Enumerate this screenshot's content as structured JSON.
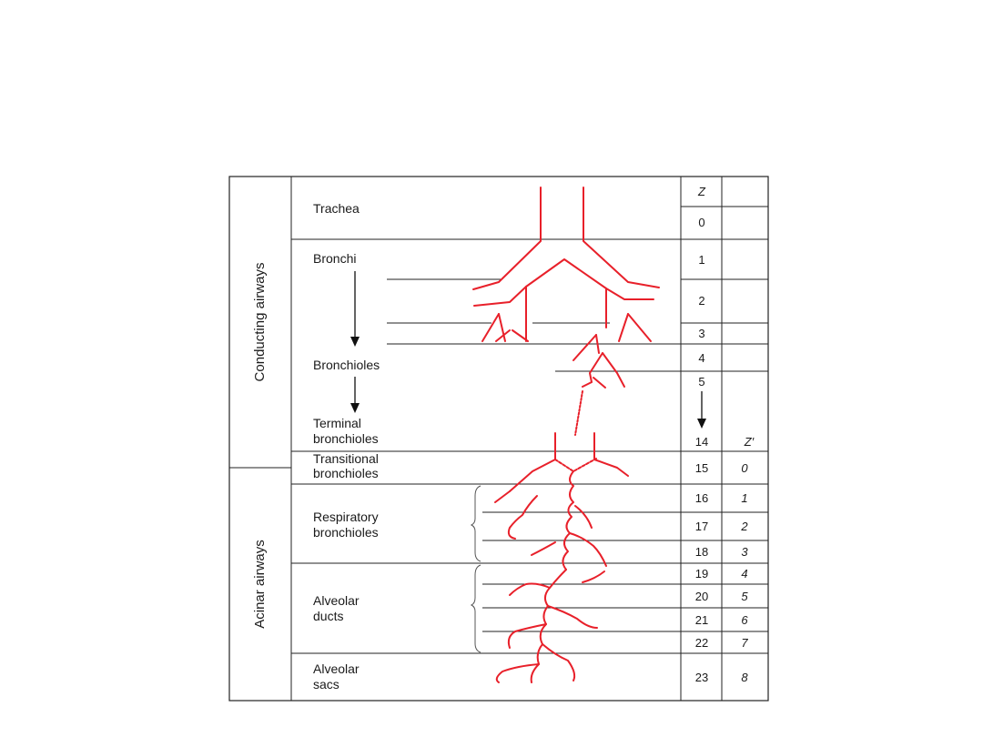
{
  "groups": {
    "conducting": "Conducting airways",
    "acinar": "Acinar airways"
  },
  "headers": {
    "z": "Z",
    "z_prime": "Z′"
  },
  "regions": [
    {
      "name": "trachea",
      "lines": [
        "Trachea"
      ]
    },
    {
      "name": "bronchi",
      "lines": [
        "Bronchi"
      ]
    },
    {
      "name": "bronchioles",
      "lines": [
        "Bronchioles"
      ]
    },
    {
      "name": "terminal",
      "lines": [
        "Terminal",
        "bronchioles"
      ]
    },
    {
      "name": "transitional",
      "lines": [
        "Transitional",
        "bronchioles"
      ]
    },
    {
      "name": "respiratory",
      "lines": [
        "Respiratory",
        "bronchioles"
      ]
    },
    {
      "name": "ducts",
      "lines": [
        "Alveolar",
        "ducts"
      ]
    },
    {
      "name": "sacs",
      "lines": [
        "Alveolar",
        "sacs"
      ]
    }
  ],
  "z_values": [
    "0",
    "1",
    "2",
    "3",
    "4",
    "5",
    "14",
    "15",
    "16",
    "17",
    "18",
    "19",
    "20",
    "21",
    "22",
    "23"
  ],
  "zprime_values": [
    "0",
    "1",
    "2",
    "3",
    "4",
    "5",
    "6",
    "7",
    "8"
  ],
  "colors": {
    "tree": "#e8202a",
    "lines": "#222222",
    "text": "#1a1a1a"
  }
}
